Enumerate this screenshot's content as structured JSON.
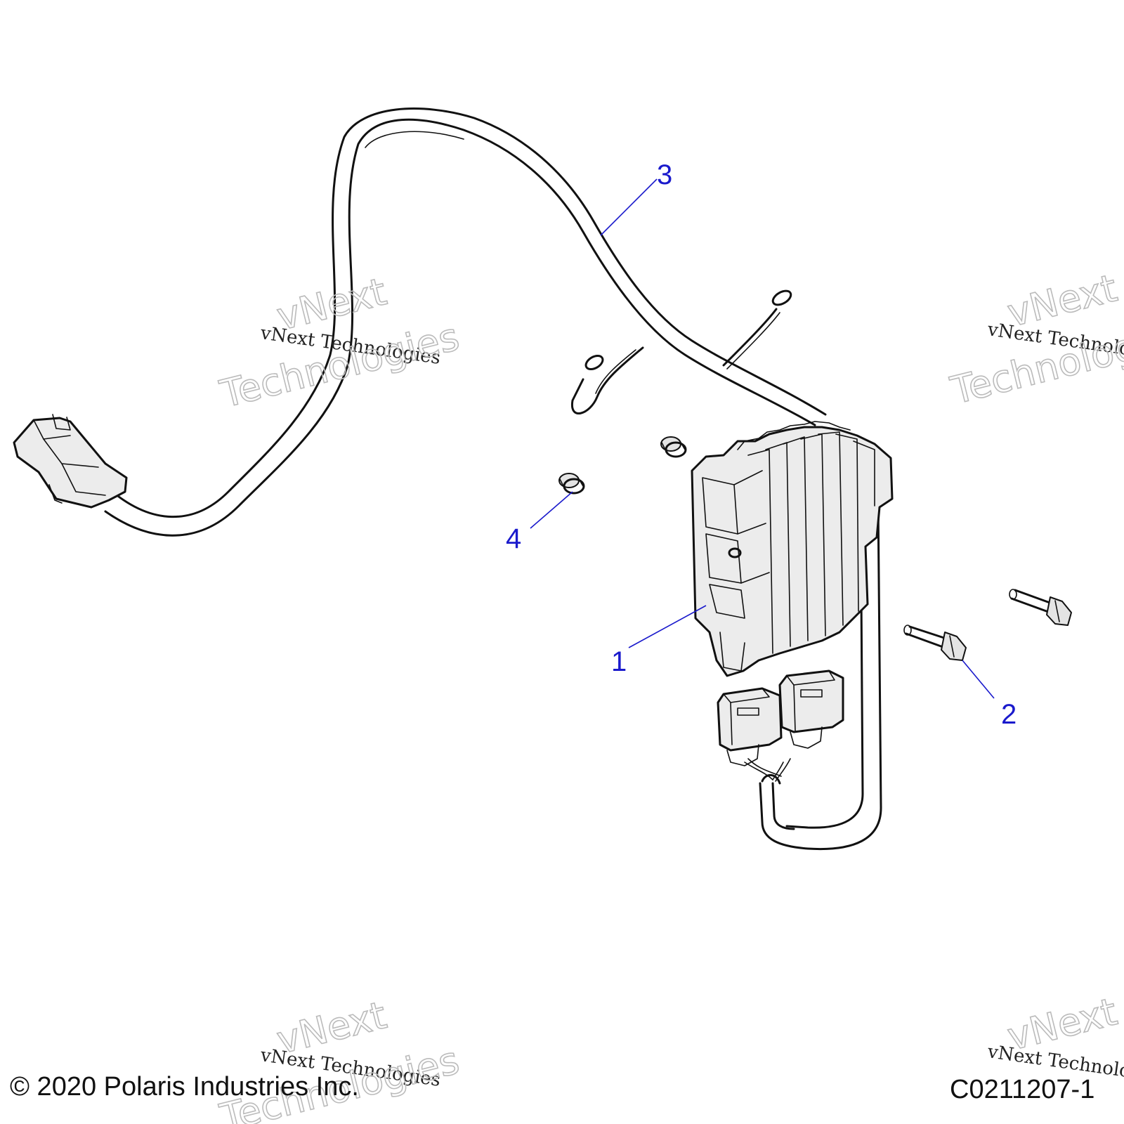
{
  "diagram": {
    "callouts": [
      {
        "number": "1",
        "part": "regulator"
      },
      {
        "number": "2",
        "part": "bolt"
      },
      {
        "number": "3",
        "part": "wire-harness"
      },
      {
        "number": "4",
        "part": "grommet"
      }
    ],
    "watermark_text": {
      "line1": "vNext Technologies",
      "line2a": "vNext",
      "line2b": "Technologies"
    },
    "copyright": "© 2020 Polaris Industries Inc.",
    "drawing_number": "C0211207-1",
    "colors": {
      "callout": "#1a1acc",
      "line_art": "#111111",
      "part_fill": "#ececec",
      "watermark_outline": "#bbbbbb"
    }
  }
}
